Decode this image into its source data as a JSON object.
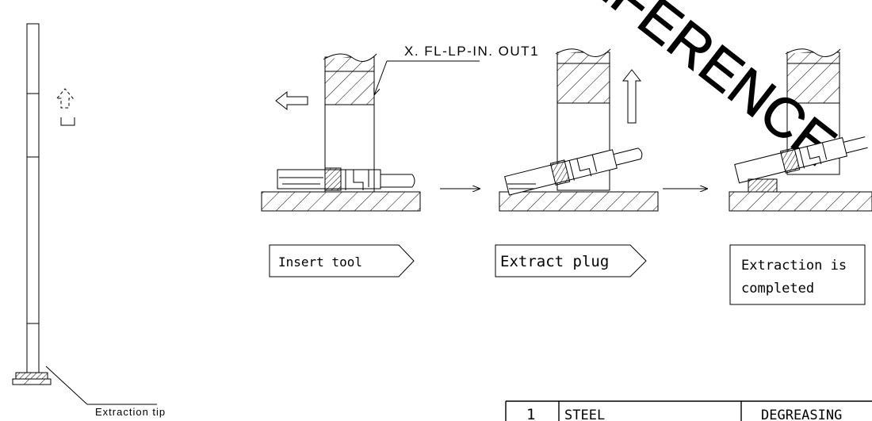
{
  "watermark": "REFERENCE",
  "callouts": {
    "tool_part": "X. FL-LP-IN. OUT1",
    "tip": "Extraction tip"
  },
  "steps": [
    {
      "label": "Insert tool"
    },
    {
      "label": "Extract plug"
    },
    {
      "label": "Extraction is",
      "label2": "completed"
    }
  ],
  "parts_table": {
    "rows": [
      {
        "item": "1",
        "material": "STEEL",
        "finish": "DEGREASING"
      }
    ]
  }
}
